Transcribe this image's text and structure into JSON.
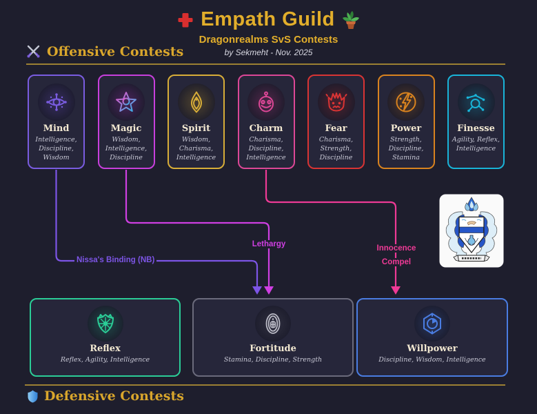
{
  "theme": {
    "bg": "#1e1e2d",
    "gold": "#e2ae2b",
    "rule_gold": "#9c8033"
  },
  "header": {
    "title": "Empath Guild",
    "subtitle": "Dragonrealms SvS Contests",
    "byline": "by Sekmeht -  Nov. 2025"
  },
  "sections": {
    "offensive": {
      "label": "Offensive Contests",
      "icon": "crossed-swords-icon"
    },
    "defensive": {
      "label": "Defensive Contests",
      "icon": "shield-icon"
    }
  },
  "offensive_cards": [
    {
      "title": "Mind",
      "attrs": "Intelligence,\nDiscipline,\nWisdom",
      "color": "#7a5ce0",
      "icon": "mind-eye-icon"
    },
    {
      "title": "Magic",
      "attrs": "Wisdom,\nIntelligence,\nDiscipline",
      "color": "#c83fdc",
      "icon": "magic-star-icon"
    },
    {
      "title": "Spirit",
      "attrs": "Wisdom,\nCharisma,\nIntelligence",
      "color": "#d8ae38",
      "icon": "spirit-flame-icon"
    },
    {
      "title": "Charm",
      "attrs": "Charisma,\nDiscipline,\nIntelligence",
      "color": "#dc4796",
      "icon": "charm-face-icon"
    },
    {
      "title": "Fear",
      "attrs": "Charisma,\nStrength,\nDiscipline",
      "color": "#d93434",
      "icon": "fear-face-icon"
    },
    {
      "title": "Power",
      "attrs": "Strength,\nDiscipline,\nStamina",
      "color": "#d9831f",
      "icon": "power-bolt-icon"
    },
    {
      "title": "Finesse",
      "attrs": "Agility, Reflex,\nIntelligence",
      "color": "#19b4d8",
      "icon": "finesse-acrobat-icon"
    }
  ],
  "defensive_cards": [
    {
      "title": "Reflex",
      "attrs": "Reflex, Agility, Intelligence",
      "color": "#2bcd97",
      "icon": "reflex-shield-icon"
    },
    {
      "title": "Fortitude",
      "attrs": "Stamina, Discipline, Strength",
      "color": "#6b6b7c",
      "icon": "fortitude-oval-icon"
    },
    {
      "title": "Willpower",
      "attrs": "Discipline, Wisdom, Intelligence",
      "color": "#4a7de2",
      "icon": "willpower-gem-icon"
    }
  ],
  "connectors": {
    "nissas_binding": {
      "label": "Nissa's Binding (NB)",
      "from": "Mind",
      "to": "Fortitude",
      "color": "#7d55e6"
    },
    "lethargy": {
      "label": "Lethargy",
      "from": "Magic",
      "to": "Fortitude",
      "color": "#cf3fe2"
    },
    "charm_line": {
      "labels": [
        "Innocence",
        "Compel"
      ],
      "from": "Charm",
      "to": "Willpower",
      "color": "#ef3a96"
    }
  }
}
